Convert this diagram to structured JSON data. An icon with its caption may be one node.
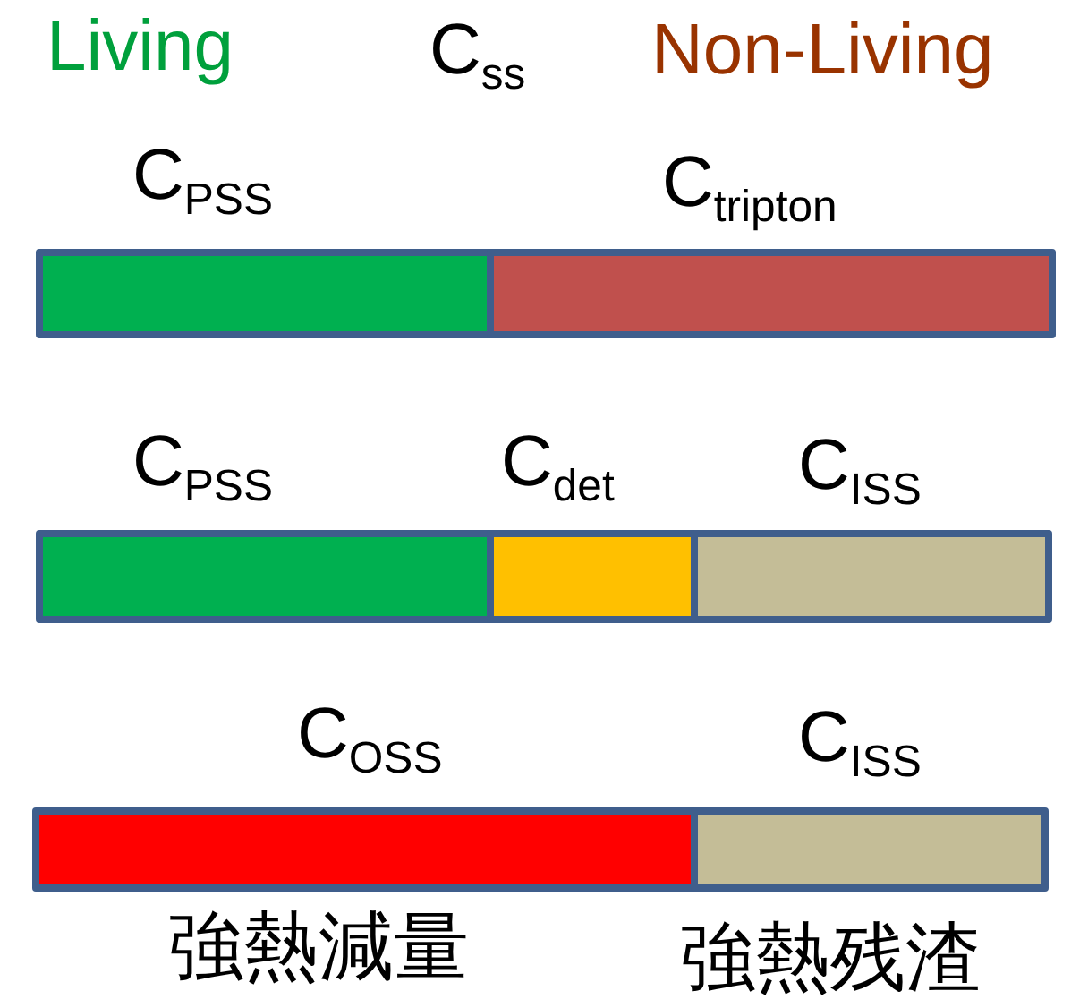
{
  "diagram": {
    "nodes": [
      {
        "text": [],
        "shape": "bar",
        "beside": [
          "C$_{PSS}$"
        ]
      },
      {
        "text": [],
        "shape": "bar",
        "beside": [
          "C$_{tripton}$"
        ]
      },
      {
        "text": [],
        "shape": "bar",
        "beside": [
          "C$_{PSS}$"
        ]
      },
      {
        "text": [],
        "shape": "bar",
        "beside": [
          "C$_{det}$"
        ]
      },
      {
        "text": [],
        "shape": "bar",
        "beside": [
          "C$_{ISS}$"
        ]
      },
      {
        "text": [],
        "shape": "bar",
        "beside": [
          "C$_{OSS}$",
          "強熱減量"
        ]
      },
      {
        "text": [],
        "shape": "bar",
        "beside": [
          "C$_{ISS}$",
          "強熱残渣"
        ]
      }
    ],
    "labels": [
      "Living",
      "C$_{ss}$",
      "Non-Living"
    ]
  }
}
